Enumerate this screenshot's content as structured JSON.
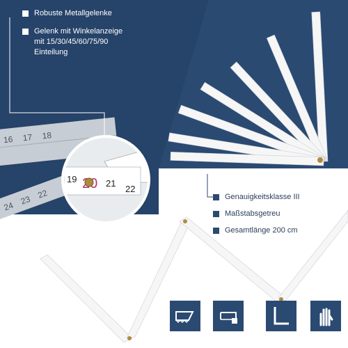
{
  "colors": {
    "navy": "#2a4a72",
    "navy_dark": "#223e62",
    "ruler": "#f6f6f6",
    "ruler_edge": "#c9ced6",
    "ink": "#333333",
    "accent_red": "#c0392b"
  },
  "features_top": [
    {
      "lines": [
        "Robuste Metallgelenke"
      ]
    },
    {
      "lines": [
        "Gelenk mit Winkelanzeige",
        "mit 15/30/45/60/75/90",
        "Einteilung"
      ]
    }
  ],
  "features_mid": [
    {
      "text": "Genauigkeitsklasse III"
    },
    {
      "text": "Maßstabsgetreu"
    },
    {
      "text": "Gesamtlänge 200 cm"
    }
  ],
  "scale_left": {
    "top": [
      "16",
      "17",
      "18"
    ],
    "bottom": [
      "24",
      "23",
      "22"
    ]
  },
  "zoom_marks": [
    "19",
    "20",
    "21",
    "22"
  ],
  "icons": [
    "saw-icon",
    "hacksaw-icon",
    "square-ruler-icon",
    "glove-icon"
  ]
}
